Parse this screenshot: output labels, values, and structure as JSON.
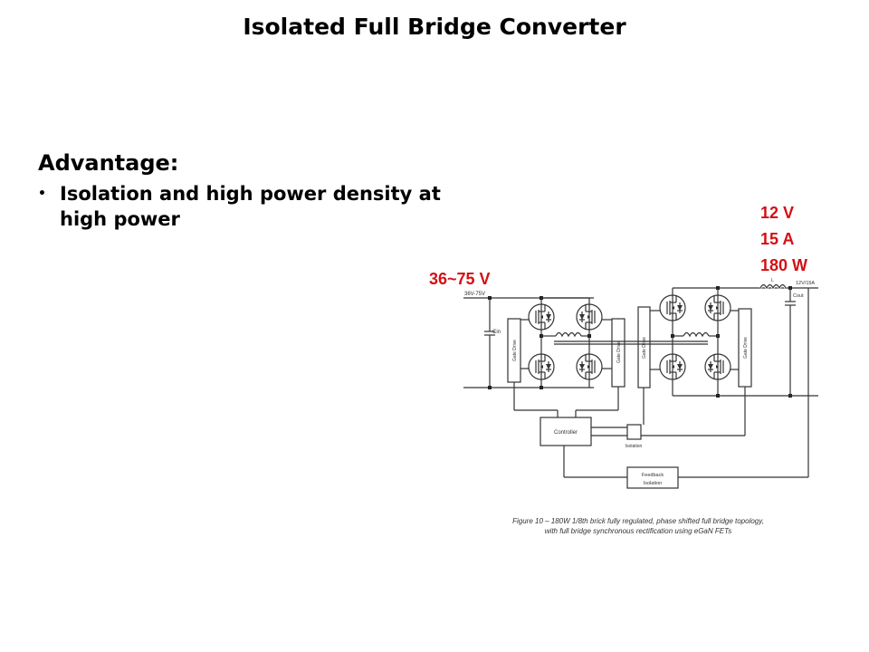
{
  "slide": {
    "title": "Isolated Full Bridge Converter",
    "heading": "Advantage:",
    "bullets": [
      "Isolation and high power density at high power"
    ]
  },
  "annotations": {
    "input_voltage": "36~75 V",
    "output_voltage": "12 V",
    "output_current": "15 A",
    "output_power": "180 W",
    "color": "#d40f14"
  },
  "schematic": {
    "input_label": "36V-75V",
    "output_label": "12V/15A",
    "cin_label": "Cin",
    "cout_label": "Cout",
    "inductor_label": "L",
    "gate_drive_label": "Gate Drive",
    "controller_label": "Controller",
    "isolation_label": "Isolation",
    "feedback_label_line1": "Feedback",
    "feedback_label_line2": "Isolation",
    "caption_line1": "Figure 10 – 180W 1/8th brick fully regulated, phase shifted full bridge topology,",
    "caption_line2": "with full bridge synchronous rectification using eGaN FETs"
  }
}
